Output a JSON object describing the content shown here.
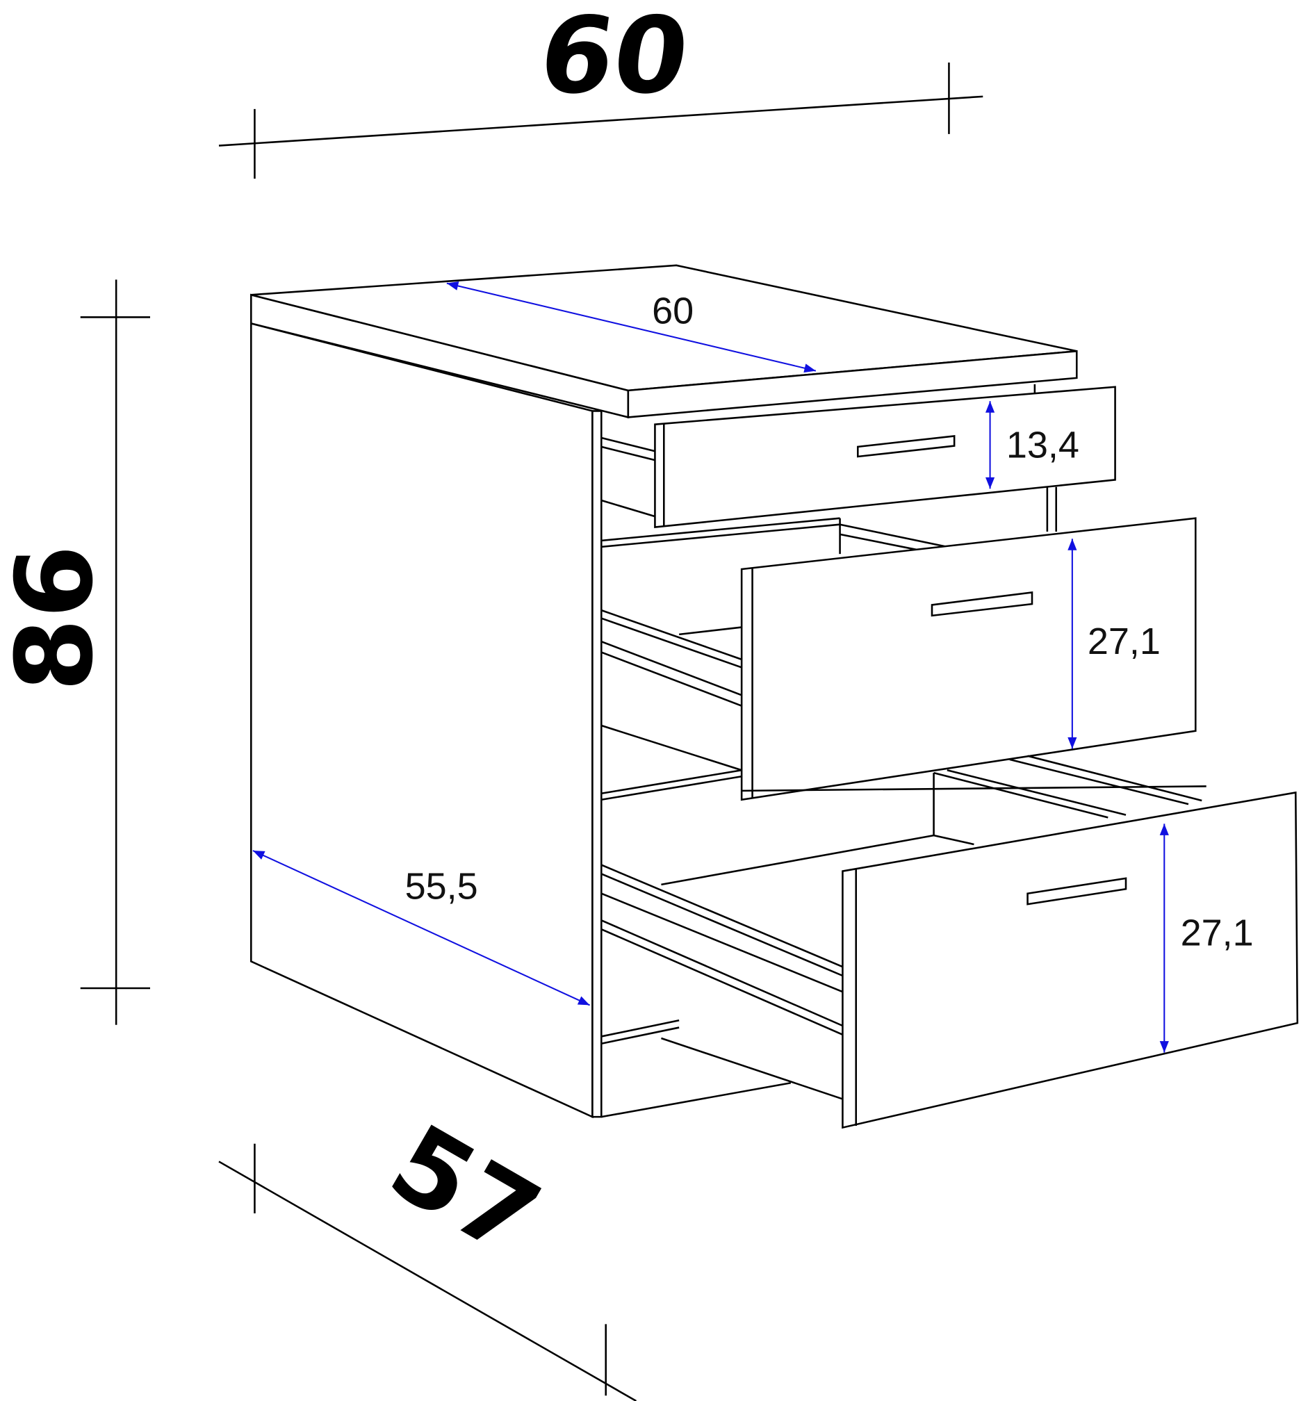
{
  "overall_dimensions": {
    "width": "60",
    "height": "86",
    "depth": "57"
  },
  "inner_dimensions": {
    "worktop_width": "60",
    "top_drawer_height": "13,4",
    "middle_drawer_height": "27,1",
    "bottom_drawer_height": "27,1",
    "side_depth": "55,5"
  },
  "colors": {
    "outline": "#000000",
    "dimension_arrow": "#1010e0",
    "background": "#ffffff"
  }
}
